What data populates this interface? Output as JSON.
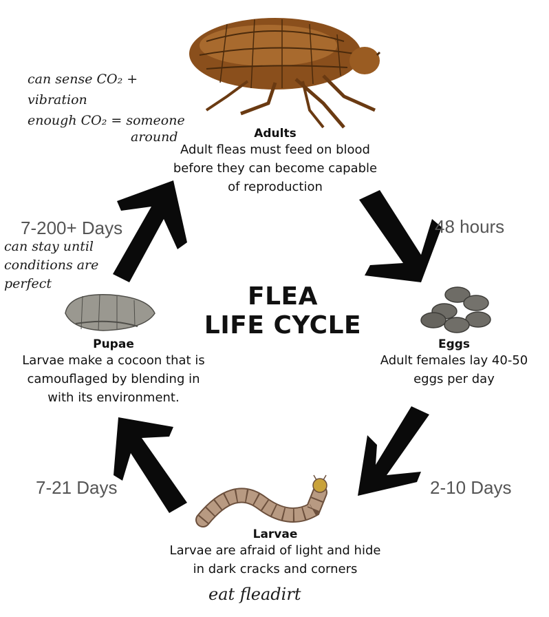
{
  "title": {
    "line1": "FLEA",
    "line2": "LIFE CYCLE"
  },
  "stages": {
    "adults": {
      "name": "Adults",
      "desc_lines": [
        "Adult fleas must feed on blood",
        "before they can become capable",
        "of reproduction"
      ]
    },
    "eggs": {
      "name": "Eggs",
      "desc_lines": [
        "Adult females lay 40-50",
        "eggs per day"
      ]
    },
    "larvae": {
      "name": "Larvae",
      "desc_lines": [
        "Larvae are afraid of light and hide",
        "in dark cracks and corners"
      ]
    },
    "pupae": {
      "name": "Pupae",
      "desc_lines": [
        "Larvae make a cocoon that is",
        "camouflaged by blending in",
        "with its environment."
      ]
    }
  },
  "durations": {
    "adults_to_eggs": "48 hours",
    "eggs_to_larvae": "2-10 Days",
    "larvae_to_pupae": "7-21 Days",
    "pupae_to_adults": "7-200+ Days"
  },
  "handwritten_notes": {
    "adults": [
      "can sense CO₂ +",
      "vibration",
      "enough CO₂ = someone",
      "around"
    ],
    "pupae": [
      "can stay until",
      "conditions are",
      "perfect"
    ],
    "larvae": [
      "eat fleadirt"
    ]
  },
  "icons": {
    "adults": "adult-flea-icon",
    "eggs": "flea-eggs-icon",
    "larvae": "flea-larva-icon",
    "pupae": "flea-pupa-icon"
  },
  "colors": {
    "arrow": "#0a0a0a",
    "flea_body": "#8a4f1c",
    "egg": "#6e6c66",
    "larva": "#b89a82",
    "pupa": "#9a9890"
  }
}
